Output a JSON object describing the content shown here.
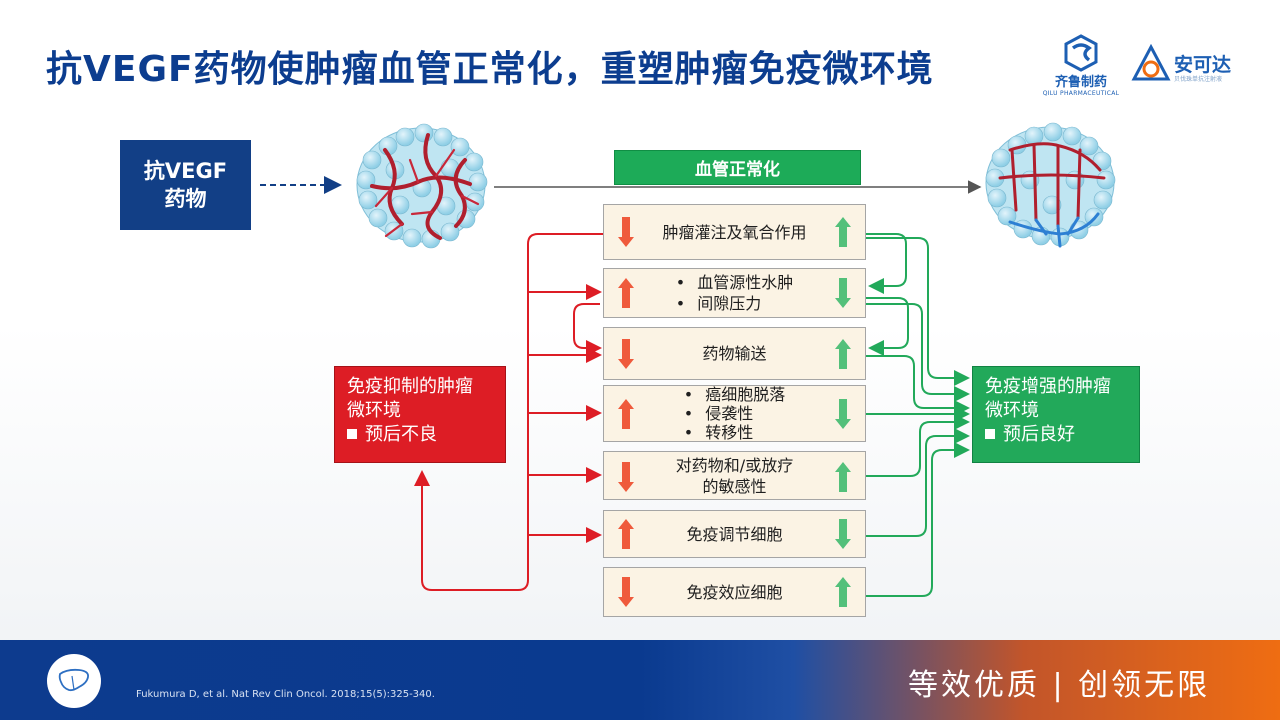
{
  "header": {
    "title": "抗VEGF药物使肿瘤血管正常化，重塑肿瘤免疫微环境",
    "logo_qilu": {
      "name": "齐鲁制药",
      "sub": "QILU PHARMACEUTICAL"
    },
    "logo_ankeda": {
      "name": "安可达",
      "sub": "贝伐珠单抗注射液"
    }
  },
  "diagram": {
    "drug_label": "抗VEGF\n药物",
    "normalization_label": "血管正常化",
    "factors": [
      {
        "lines": [
          "肿瘤灌注及氧合作用"
        ],
        "left_arrow": "down",
        "right_arrow": "up"
      },
      {
        "lines": [
          "血管源性水肿",
          "间隙压力"
        ],
        "left_arrow": "up",
        "right_arrow": "down",
        "bulleted": true
      },
      {
        "lines": [
          "药物输送"
        ],
        "left_arrow": "down",
        "right_arrow": "up"
      },
      {
        "lines": [
          "癌细胞脱落",
          "侵袭性",
          "转移性"
        ],
        "left_arrow": "up",
        "right_arrow": "down",
        "bulleted": true
      },
      {
        "lines": [
          "对药物和/或放疗",
          "的敏感性"
        ],
        "left_arrow": "down",
        "right_arrow": "up"
      },
      {
        "lines": [
          "免疫调节细胞"
        ],
        "left_arrow": "up",
        "right_arrow": "down"
      },
      {
        "lines": [
          "免疫效应细胞"
        ],
        "left_arrow": "down",
        "right_arrow": "up"
      }
    ],
    "suppressive": {
      "line1": "免疫抑制的肿瘤",
      "line2": "微环境",
      "outcome": "预后不良"
    },
    "enhanced": {
      "line1": "免疫增强的肿瘤",
      "line2": "微环境",
      "outcome": "预后良好"
    }
  },
  "colors": {
    "title": "#0c3d8f",
    "red": "#dd1d25",
    "green": "#22a95a",
    "navy": "#123f86",
    "factor_bg": "#fbf3e4"
  },
  "footer": {
    "icon": "liver-icon",
    "citation": "Fukumura D, et al. Nat Rev Clin Oncol. 2018;15(5):325-340.",
    "slogan": "等效优质 | 创领无限"
  }
}
